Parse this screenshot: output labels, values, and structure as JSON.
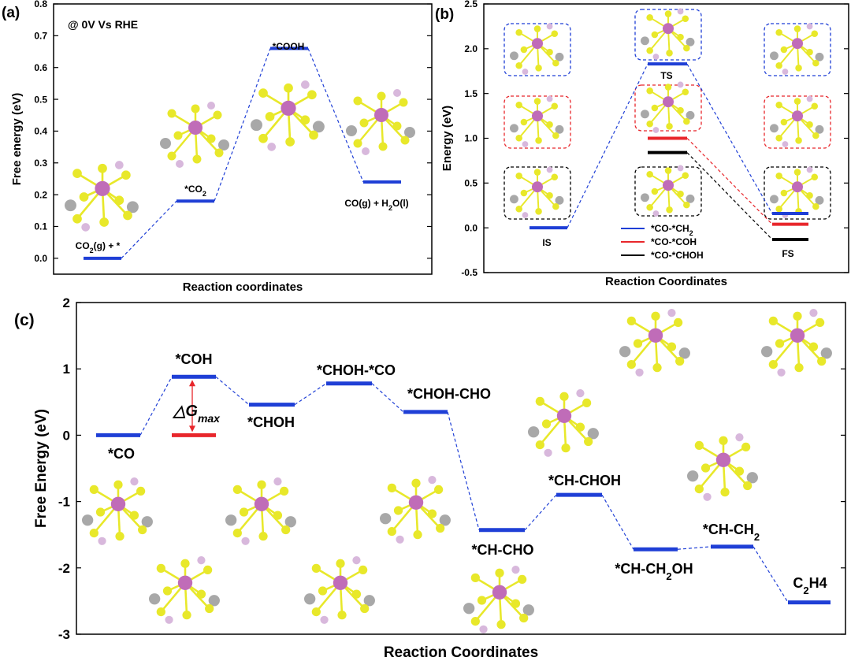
{
  "colors": {
    "blue": "#1f3fd6",
    "red": "#e8262b",
    "black": "#000000",
    "sulfur": "#e8e82a",
    "metal": "#c06cb8",
    "carbon": "#8b5a3c",
    "oxygen": "#e02020",
    "hydrogen": "#f4c2c2",
    "gray": "#a8a8a8",
    "lightpurple": "#d8b8dc"
  },
  "chart_data": [
    {
      "panel_label": "(a)",
      "type": "line",
      "annotation": "@ 0V Vs RHE",
      "xlabel": "Reaction coordinates",
      "ylabel": "Free energy (eV)",
      "ylim": [
        -0.05,
        0.8
      ],
      "yticks": [
        "0.0",
        "0.1",
        "0.2",
        "0.3",
        "0.4",
        "0.5",
        "0.6",
        "0.7",
        "0.8"
      ],
      "categories": [
        "CO2(g) + *",
        "*CO2",
        "*COOH",
        "CO(g) + H2O(l)"
      ],
      "values": [
        0.0,
        0.18,
        0.66,
        0.24
      ],
      "labels": [
        {
          "base": "CO",
          "sub": "2",
          "rest": "(g) + *"
        },
        {
          "base": "*CO",
          "sub": "2",
          "rest": ""
        },
        {
          "base": "*COOH",
          "sub": "",
          "rest": ""
        },
        {
          "base": "CO(g) + H",
          "sub": "2",
          "rest": "O(l)"
        }
      ]
    },
    {
      "panel_label": "(b)",
      "type": "line",
      "xlabel": "Reaction Coordinates",
      "ylabel": "Energy (eV)",
      "ylim": [
        -0.5,
        2.5
      ],
      "yticks": [
        "-0.5",
        "0.0",
        "0.5",
        "1.0",
        "1.5",
        "2.0",
        "2.5"
      ],
      "categories": [
        "IS",
        "TS",
        "FS"
      ],
      "series": [
        {
          "name": "*CO-*CH2",
          "legend_base": "*CO-*CH",
          "legend_sub": "2",
          "color": "blue",
          "values": [
            0.0,
            1.83,
            0.16
          ]
        },
        {
          "name": "*CO-*COH",
          "legend_base": "*CO-*COH",
          "legend_sub": "",
          "color": "red",
          "values": [
            0.0,
            1.0,
            0.04
          ]
        },
        {
          "name": "*CO-*CHOH",
          "legend_base": "*CO-*CHOH",
          "legend_sub": "",
          "color": "black",
          "values": [
            0.0,
            0.84,
            -0.13
          ]
        }
      ]
    },
    {
      "panel_label": "(c)",
      "type": "line",
      "xlabel": "Reaction Coordinates",
      "ylabel": "Free Energy (eV)",
      "ylim": [
        -3,
        2
      ],
      "yticks": [
        "-3",
        "-2",
        "-1",
        "0",
        "1",
        "2"
      ],
      "categories": [
        "*CO",
        "*COH",
        "*CHOH",
        "*CHOH-*CO",
        "*CHOH-CHO",
        "*CH-CHO",
        "*CH-CHOH",
        "*CH-CH2OH",
        "*CH-CH2",
        "C2H4"
      ],
      "values": [
        0.0,
        0.88,
        0.46,
        0.78,
        0.35,
        -1.43,
        -0.9,
        -1.72,
        -1.68,
        -2.52
      ],
      "labels": [
        {
          "base": "*CO",
          "sub": "",
          "rest": ""
        },
        {
          "base": "*COH",
          "sub": "",
          "rest": ""
        },
        {
          "base": "*CHOH",
          "sub": "",
          "rest": ""
        },
        {
          "base": "*CHOH-*CO",
          "sub": "",
          "rest": ""
        },
        {
          "base": "*CHOH-CHO",
          "sub": "",
          "rest": ""
        },
        {
          "base": "*CH-CHO",
          "sub": "",
          "rest": ""
        },
        {
          "base": "*CH-CHOH",
          "sub": "",
          "rest": ""
        },
        {
          "base": "*CH-CH",
          "sub": "2",
          "rest": "OH"
        },
        {
          "base": "*CH-CH",
          "sub": "2",
          "rest": ""
        },
        {
          "base": "C",
          "sub": "2",
          "rest": "H4"
        }
      ],
      "annotation": {
        "text": "△G",
        "sub": "max",
        "reference_value": 0.0
      }
    }
  ]
}
